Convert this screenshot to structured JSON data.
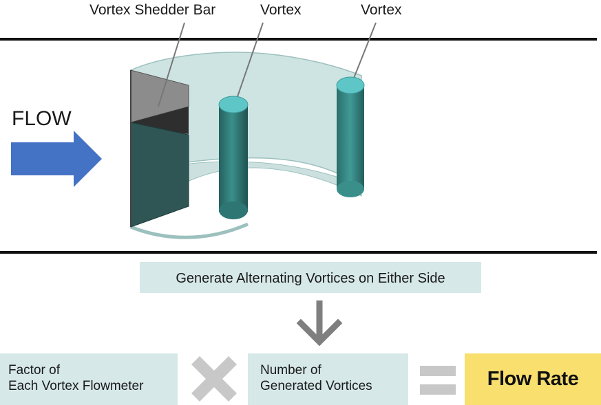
{
  "labels": {
    "shedder_bar": "Vortex Shedder Bar",
    "vortex_1": "Vortex",
    "vortex_2": "Vortex",
    "flow": "FLOW"
  },
  "step_box": "Generate Alternating Vortices on Either Side",
  "equation": {
    "factor_line1": "Factor of",
    "factor_line2": "Each Vortex Flowmeter",
    "multiply_symbol": "times-icon",
    "count_line1": "Number of",
    "count_line2": "Generated Vortices",
    "equals_symbol": "equals-icon",
    "result": "Flow Rate"
  },
  "colors": {
    "pipe_line": "#111111",
    "arrow_blue": "#4472c4",
    "vortex_teal": "#2f7b78",
    "vortex_top": "#5fc6c8",
    "sheet_fill": "#c6dfdd",
    "box_fill": "#d6e8e8",
    "result_fill": "#f8df6e",
    "operator_gray": "#c8c8c8"
  }
}
